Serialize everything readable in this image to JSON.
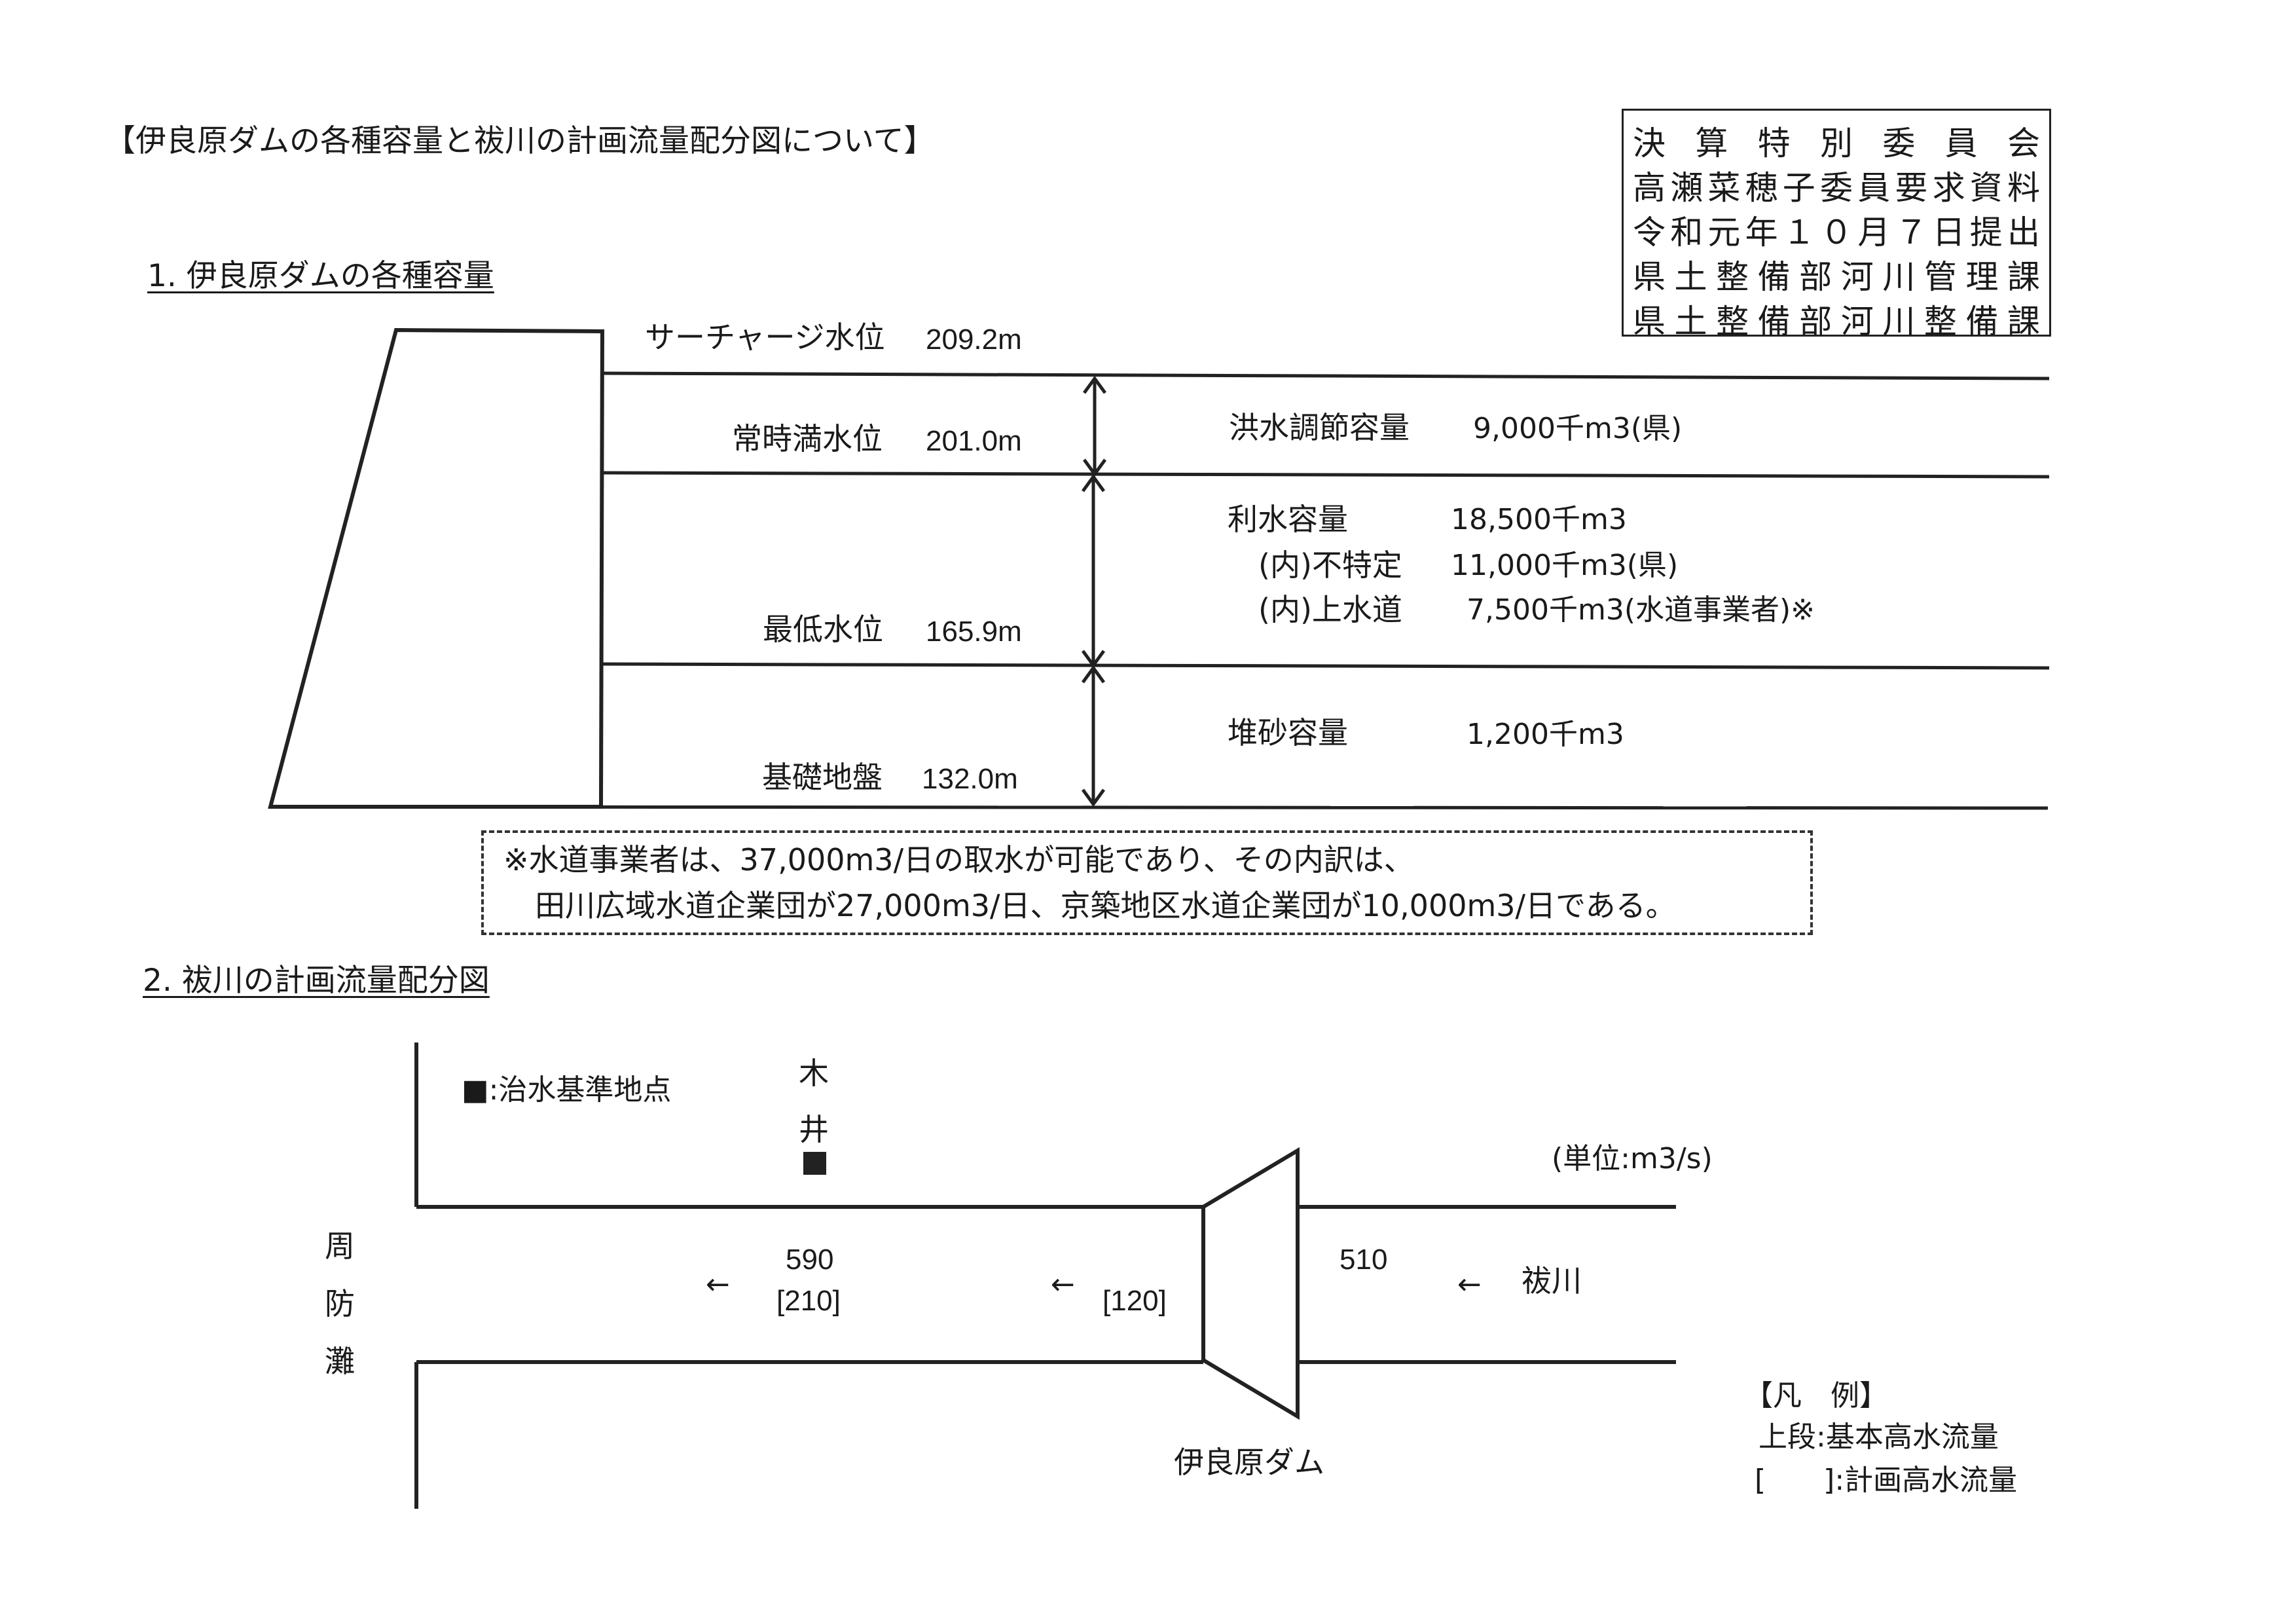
{
  "title": "【伊良原ダムの各種容量と祓川の計画流量配分図について】",
  "stamp": {
    "lines": [
      "決算特別委員会",
      "高瀬菜穂子委員要求資料",
      "令和元年１０月７日提出",
      "県土整備部河川管理課",
      "県土整備部河川整備課"
    ]
  },
  "section1": {
    "heading": "1. 伊良原ダムの各種容量",
    "levels": {
      "surcharge": {
        "label": "サーチャージ水位",
        "value": "209.2m"
      },
      "normal": {
        "label": "常時満水位",
        "value": "201.0m"
      },
      "minimum": {
        "label": "最低水位",
        "value": "165.9m"
      },
      "foundation": {
        "label": "基礎地盤",
        "value": "132.0m"
      }
    },
    "capacities": {
      "flood": {
        "label": "洪水調節容量",
        "value": "9,000千m3(県)"
      },
      "water_use": {
        "label": "利水容量",
        "value": "18,500千m3"
      },
      "unspecified": {
        "label": "(内)不特定",
        "value": "11,000千m3(県)"
      },
      "water_supply": {
        "label": "(内)上水道",
        "value": "7,500千m3(水道事業者)※"
      },
      "sediment": {
        "label": "堆砂容量",
        "value": "1,200千m3"
      }
    },
    "note": {
      "line1": "※水道事業者は、37,000m3/日の取水が可能であり、その内訳は、",
      "line2": "田川広域水道企業団が27,000m3/日、京築地区水道企業団が10,000m3/日である。"
    }
  },
  "section2": {
    "heading": "2. 祓川の計画流量配分図",
    "legend_point": "■:治水基準地点",
    "kii": [
      "木",
      "井"
    ],
    "unit": "(単位:m3/s)",
    "sea": [
      "周",
      "防",
      "灘"
    ],
    "flow_downstream": {
      "basic": "590",
      "planned": "[210]"
    },
    "flow_dam_release": {
      "planned": "[120]"
    },
    "flow_upstream": {
      "basic": "510"
    },
    "river_name": "祓川",
    "dam_name": "伊良原ダム",
    "arrow": "←",
    "legend": {
      "title": "【凡　例】",
      "upper": "上段:基本高水流量",
      "bracket": "[　　]:計画高水流量"
    }
  }
}
